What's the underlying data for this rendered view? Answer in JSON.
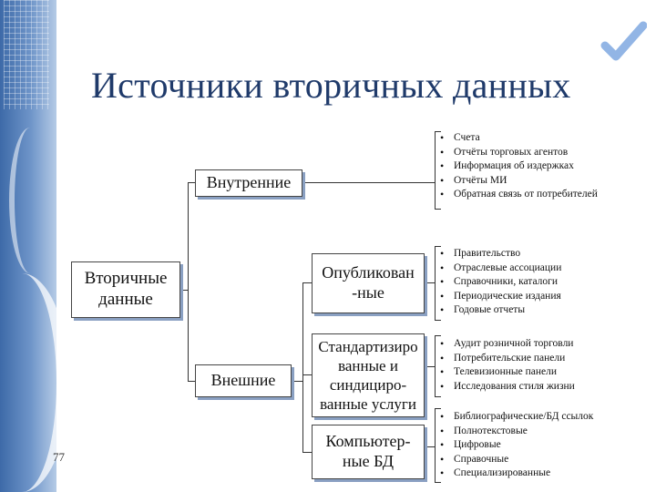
{
  "title": "Источники вторичных данных",
  "slide_number": "77",
  "nodes": {
    "root": "Вторичные данные",
    "internal": "Внутренние",
    "external": "Внешние",
    "published": "Опубликован -ные",
    "standardized": "Стандартизиро ванные и синдициро- ванные услуги",
    "computer": "Компьютер- ные БД"
  },
  "lists": {
    "internal": [
      "Счета",
      "Отчёты торговых агентов",
      "Информация об издержках",
      "Отчёты МИ",
      "Обратная связь от потребителей"
    ],
    "published": [
      "Правительство",
      "Отраслевые ассоциации",
      "Справочники, каталоги",
      "Периодические издания",
      "Годовые отчеты"
    ],
    "standardized": [
      "Аудит розничной торговли",
      "Потребительские панели",
      "Телевизионные панели",
      "Исследования стиля жизни"
    ],
    "computer": [
      "Библиографические/БД ссылок",
      "Полнотекстовые",
      "Цифровые",
      "Справочные",
      "Специализированные"
    ]
  },
  "colors": {
    "title": "#1f3a6a",
    "band": "#3d6aa8",
    "accent": "#7fa8e0"
  },
  "icons": [
    "checkmark-icon"
  ]
}
